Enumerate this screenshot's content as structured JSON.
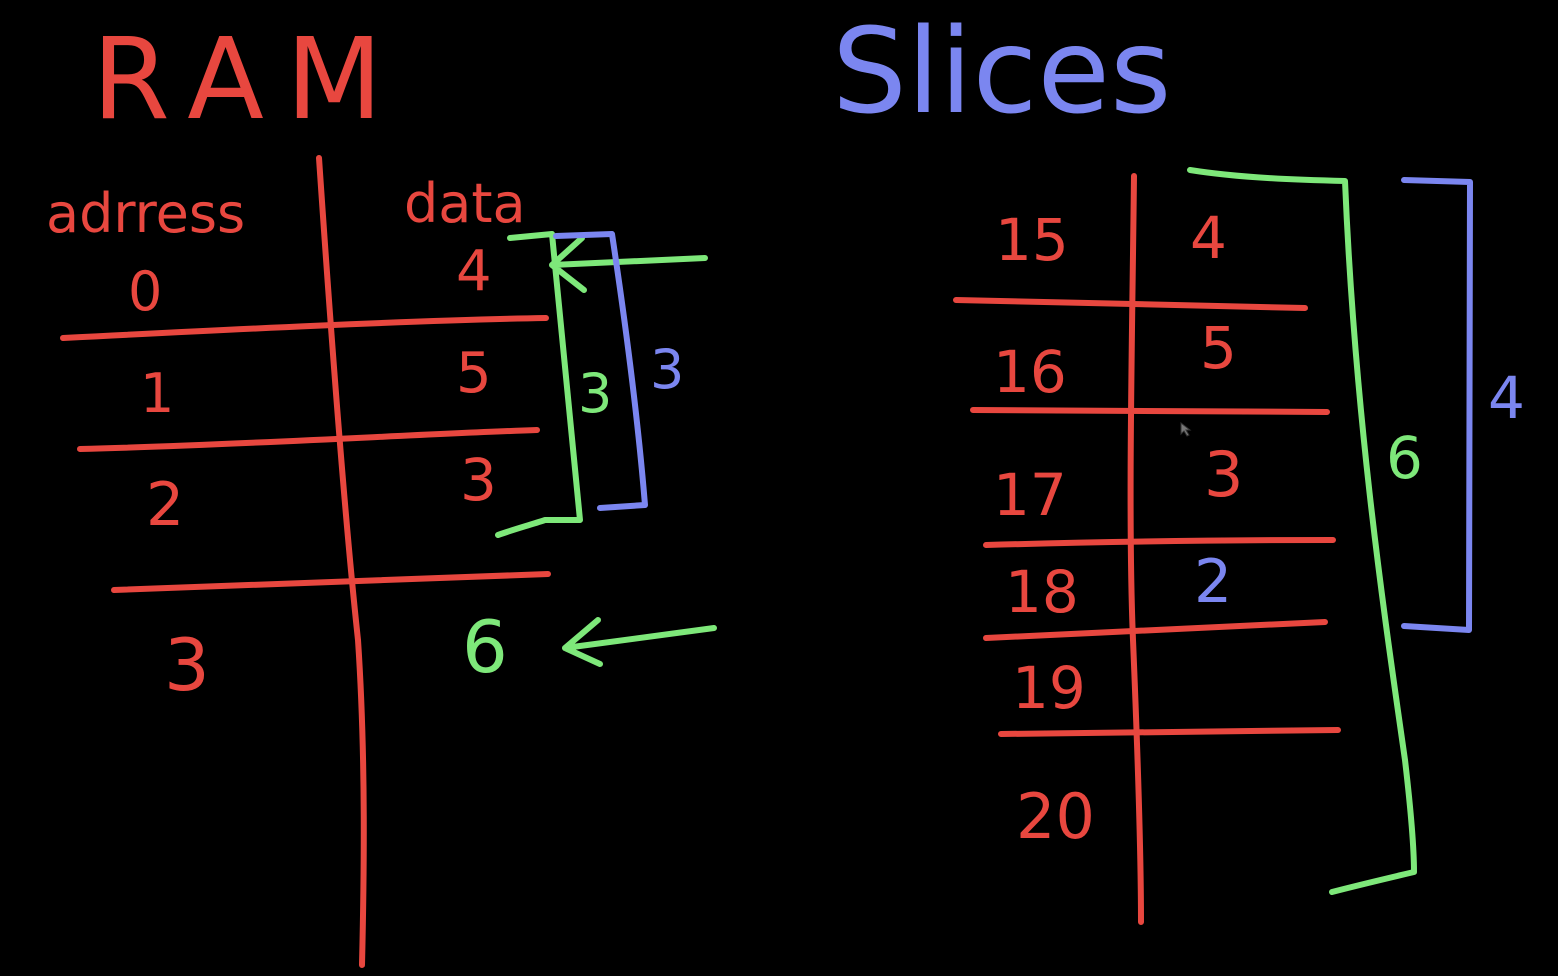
{
  "colors": {
    "background": "#000000",
    "red": "#e8473f",
    "green": "#7ee87a",
    "blue": "#7b86f0"
  },
  "ram": {
    "title": "RAM",
    "address_header": "adrress",
    "data_header": "data",
    "rows": [
      {
        "address": "0",
        "data": "4"
      },
      {
        "address": "1",
        "data": "5"
      },
      {
        "address": "2",
        "data": "3"
      },
      {
        "address": "3",
        "data": "6"
      }
    ],
    "green_bracket_label": "3",
    "blue_bracket_label": "3"
  },
  "slices": {
    "title": "Slices",
    "rows": [
      {
        "address": "15",
        "data": "4"
      },
      {
        "address": "16",
        "data": "5"
      },
      {
        "address": "17",
        "data": "3"
      },
      {
        "address": "18",
        "data": "2"
      },
      {
        "address": "19",
        "data": ""
      },
      {
        "address": "20",
        "data": ""
      }
    ],
    "green_bracket_label": "6",
    "blue_bracket_label": "4"
  }
}
